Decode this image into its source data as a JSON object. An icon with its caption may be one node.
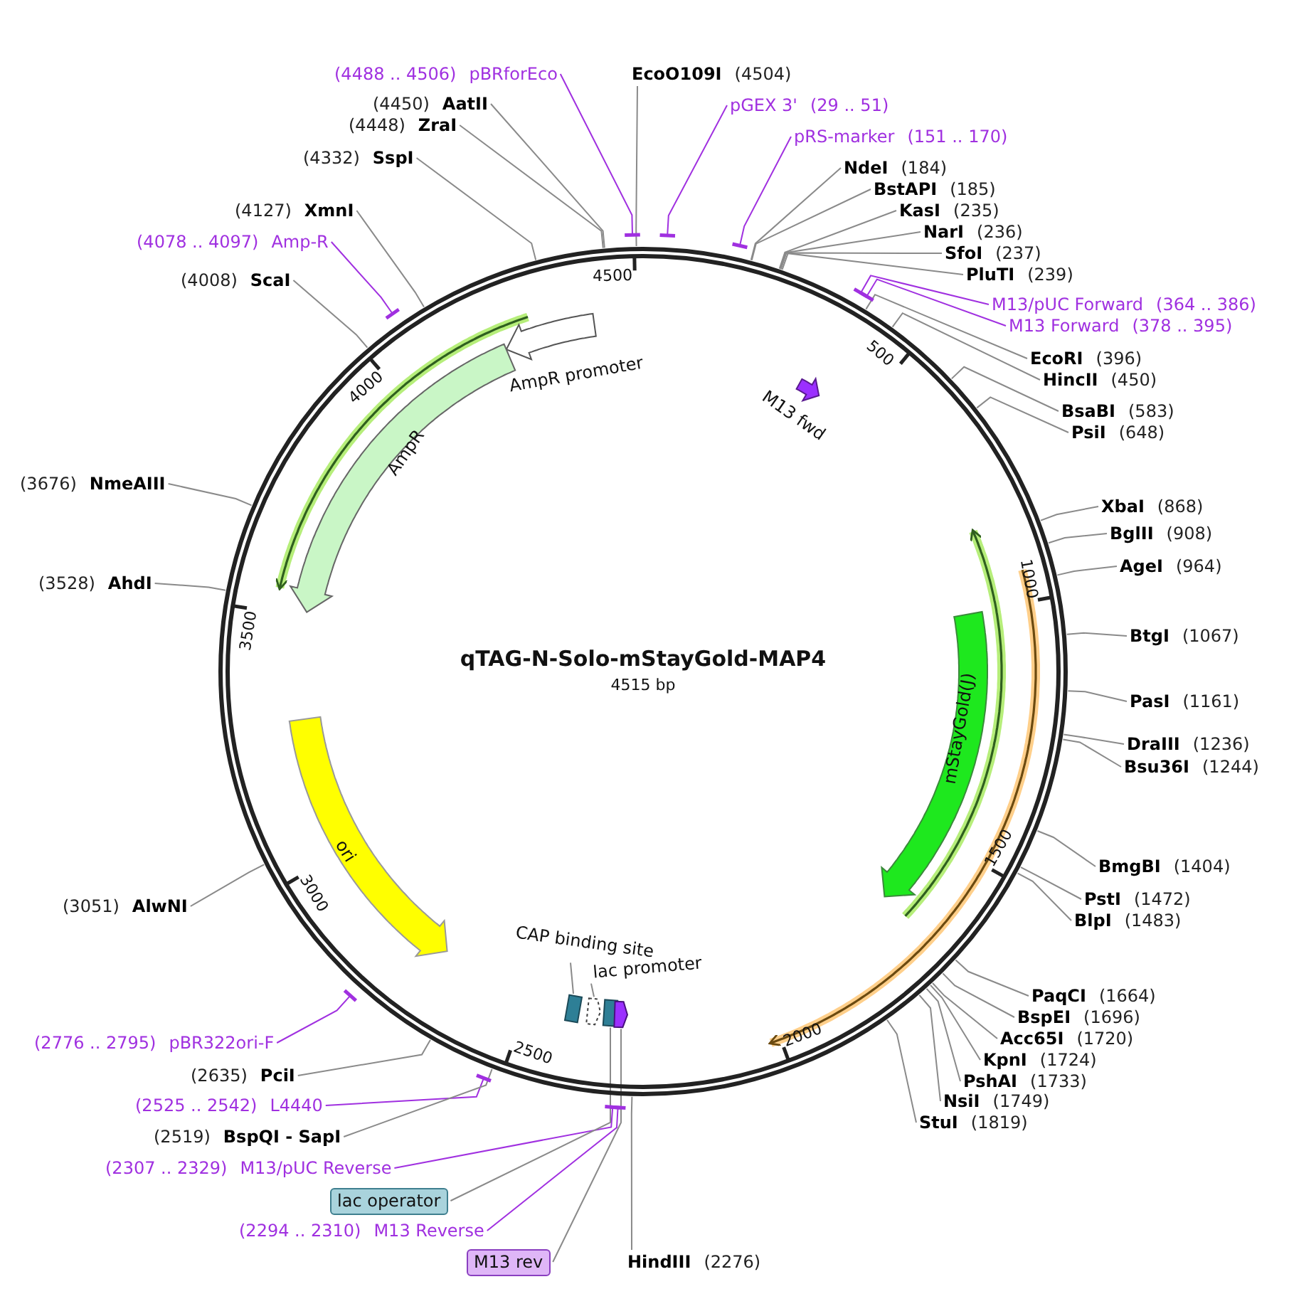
{
  "diagram": {
    "nodes": [
      {
        "text": [
          "qTAG-N-Solo-mStayGold-MAP4",
          "4515 bp"
        ]
      },
      {
        "text": [
          "AmpR promoter"
        ],
        "in": 0
      },
      {
        "text": [
          "AmpR"
        ],
        "in": 0
      },
      {
        "text": [
          "ori"
        ],
        "in": 0
      },
      {
        "text": [
          "mStayGold(J)"
        ],
        "in": 0
      },
      {
        "text": [
          "M13 fwd"
        ],
        "in": 0
      },
      {
        "text": [
          "CAP binding site"
        ],
        "in": 0
      },
      {
        "text": [
          "lac promoter"
        ],
        "in": 0
      },
      {
        "text": [],
        "shape": "box",
        "in": 0
      },
      {
        "text": [],
        "shape": "arrow",
        "in": 0
      },
      {
        "text": [],
        "shape": "box",
        "in": 0
      },
      {
        "text": [],
        "shape": "arrow",
        "in": 0
      },
      {
        "text": [
          "(4488 .. 4506)",
          "pBRforEco"
        ]
      },
      {
        "text": [
          "EcoO109I",
          "(4504)"
        ]
      },
      {
        "text": [
          "(4450)",
          "AatII"
        ]
      },
      {
        "text": [
          "pGEX 3'",
          "(29 .. 51)"
        ]
      },
      {
        "text": [
          "(4448)",
          "ZraI"
        ]
      },
      {
        "text": [
          "pRS-marker",
          "(151 .. 170)"
        ]
      },
      {
        "text": [
          "(4332)",
          "SspI"
        ]
      },
      {
        "text": [
          "NdeI",
          "(184)"
        ]
      },
      {
        "text": [
          "BstAPI",
          "(185)"
        ]
      },
      {
        "text": [
          "(4127)",
          "XmnI"
        ]
      },
      {
        "text": [
          "KasI",
          "(235)"
        ]
      },
      {
        "text": [
          "NarI",
          "(236)"
        ]
      },
      {
        "text": [
          "(4078 .. 4097)",
          "Amp-R"
        ]
      },
      {
        "text": [
          "SfoI",
          "(237)"
        ]
      },
      {
        "text": [
          "PluTI",
          "(239)"
        ]
      },
      {
        "text": [
          "(4008)",
          "ScaI"
        ]
      },
      {
        "text": [
          "M13/pUC Forward",
          "(364 .. 386)"
        ]
      },
      {
        "text": [
          "M13 Forward",
          "(378 .. 395)"
        ]
      },
      {
        "text": [
          "EcoRI",
          "(396)"
        ]
      },
      {
        "text": [
          "HincII",
          "(450)"
        ]
      },
      {
        "text": [
          "BsaBI",
          "(583)"
        ]
      },
      {
        "text": [
          "PsiI",
          "(648)"
        ]
      },
      {
        "text": [
          "(3676)",
          "NmeAIII"
        ]
      },
      {
        "text": [
          "XbaI",
          "(868)"
        ]
      },
      {
        "text": [
          "BglII",
          "(908)"
        ]
      },
      {
        "text": [
          "AgeI",
          "(964)"
        ]
      },
      {
        "text": [
          "(3528)",
          "AhdI"
        ]
      },
      {
        "text": [
          "BtgI",
          "(1067)"
        ]
      },
      {
        "text": [
          "PasI",
          "(1161)"
        ]
      },
      {
        "text": [
          "DraIII",
          "(1236)"
        ]
      },
      {
        "text": [
          "Bsu36I",
          "(1244)"
        ]
      },
      {
        "text": [
          "BmgBI",
          "(1404)"
        ]
      },
      {
        "text": [
          "PstI",
          "(1472)"
        ]
      },
      {
        "text": [
          "(3051)",
          "AlwNI"
        ]
      },
      {
        "text": [
          "BlpI",
          "(1483)"
        ]
      },
      {
        "text": [
          "PaqCI",
          "(1664)"
        ]
      },
      {
        "text": [
          "BspEI",
          "(1696)"
        ]
      },
      {
        "text": [
          "Acc65I",
          "(1720)"
        ]
      },
      {
        "text": [
          "(2776 .. 2795)",
          "pBR322ori-F"
        ]
      },
      {
        "text": [
          "KpnI",
          "(1724)"
        ]
      },
      {
        "text": [
          "(2635)",
          "PciI"
        ]
      },
      {
        "text": [
          "PshAI",
          "(1733)"
        ]
      },
      {
        "text": [
          "NsiI",
          "(1749)"
        ]
      },
      {
        "text": [
          "(2525 .. 2542)",
          "L4440"
        ]
      },
      {
        "text": [
          "StuI",
          "(1819)"
        ]
      },
      {
        "text": [
          "(2519)",
          "BspQI - SapI"
        ]
      },
      {
        "text": [
          "(2307 .. 2329)",
          "M13/pUC Reverse"
        ]
      },
      {
        "text": [
          "lac operator"
        ]
      },
      {
        "text": [
          "(2294 .. 2310)",
          "M13 Reverse"
        ]
      },
      {
        "text": [
          "M13 rev"
        ]
      },
      {
        "text": [
          "HindIII",
          "(2276)"
        ]
      }
    ],
    "edges": [
      {
        "from": 6,
        "to": 8,
        "arrow": "none"
      },
      {
        "from": 7,
        "to": 9,
        "arrow": "none"
      },
      {
        "from": 12,
        "to": 0,
        "arrow": "none",
        "color": "#a030e0"
      },
      {
        "from": 13,
        "to": 0,
        "arrow": "none"
      },
      {
        "from": 14,
        "to": 0,
        "arrow": "none"
      },
      {
        "from": 15,
        "to": 0,
        "arrow": "none",
        "color": "#a030e0"
      },
      {
        "from": 16,
        "to": 0,
        "arrow": "none"
      },
      {
        "from": 17,
        "to": 0,
        "arrow": "none",
        "color": "#a030e0"
      },
      {
        "from": 18,
        "to": 0,
        "arrow": "none"
      },
      {
        "from": 19,
        "to": 0,
        "arrow": "none"
      },
      {
        "from": 20,
        "to": 0,
        "arrow": "none"
      },
      {
        "from": 21,
        "to": 0,
        "arrow": "none"
      },
      {
        "from": 22,
        "to": 0,
        "arrow": "none"
      },
      {
        "from": 23,
        "to": 0,
        "arrow": "none"
      },
      {
        "from": 24,
        "to": 0,
        "arrow": "none",
        "color": "#a030e0"
      },
      {
        "from": 25,
        "to": 0,
        "arrow": "none"
      },
      {
        "from": 26,
        "to": 0,
        "arrow": "none"
      },
      {
        "from": 27,
        "to": 0,
        "arrow": "none"
      },
      {
        "from": 28,
        "to": 0,
        "arrow": "none",
        "color": "#a030e0"
      },
      {
        "from": 29,
        "to": 0,
        "arrow": "none",
        "color": "#a030e0"
      },
      {
        "from": 30,
        "to": 0,
        "arrow": "none"
      },
      {
        "from": 31,
        "to": 0,
        "arrow": "none"
      },
      {
        "from": 32,
        "to": 0,
        "arrow": "none"
      },
      {
        "from": 33,
        "to": 0,
        "arrow": "none"
      },
      {
        "from": 34,
        "to": 0,
        "arrow": "none"
      },
      {
        "from": 35,
        "to": 0,
        "arrow": "none"
      },
      {
        "from": 36,
        "to": 0,
        "arrow": "none"
      },
      {
        "from": 37,
        "to": 0,
        "arrow": "none"
      },
      {
        "from": 38,
        "to": 0,
        "arrow": "none"
      },
      {
        "from": 39,
        "to": 0,
        "arrow": "none"
      },
      {
        "from": 40,
        "to": 0,
        "arrow": "none"
      },
      {
        "from": 41,
        "to": 0,
        "arrow": "none"
      },
      {
        "from": 42,
        "to": 0,
        "arrow": "none"
      },
      {
        "from": 43,
        "to": 0,
        "arrow": "none"
      },
      {
        "from": 44,
        "to": 0,
        "arrow": "none"
      },
      {
        "from": 45,
        "to": 0,
        "arrow": "none"
      },
      {
        "from": 46,
        "to": 0,
        "arrow": "none"
      },
      {
        "from": 47,
        "to": 0,
        "arrow": "none"
      },
      {
        "from": 48,
        "to": 0,
        "arrow": "none"
      },
      {
        "from": 49,
        "to": 0,
        "arrow": "none"
      },
      {
        "from": 50,
        "to": 0,
        "arrow": "none",
        "color": "#a030e0"
      },
      {
        "from": 51,
        "to": 0,
        "arrow": "none"
      },
      {
        "from": 52,
        "to": 0,
        "arrow": "none"
      },
      {
        "from": 53,
        "to": 0,
        "arrow": "none"
      },
      {
        "from": 54,
        "to": 0,
        "arrow": "none"
      },
      {
        "from": 55,
        "to": 0,
        "arrow": "none",
        "color": "#a030e0"
      },
      {
        "from": 56,
        "to": 0,
        "arrow": "none"
      },
      {
        "from": 57,
        "to": 0,
        "arrow": "none"
      },
      {
        "from": 58,
        "to": 0,
        "arrow": "none",
        "color": "#a030e0"
      },
      {
        "from": 59,
        "to": 10,
        "arrow": "none"
      },
      {
        "from": 60,
        "to": 0,
        "arrow": "none",
        "color": "#a030e0"
      },
      {
        "from": 61,
        "to": 11,
        "arrow": "none"
      },
      {
        "from": 62,
        "to": 0,
        "arrow": "none"
      }
    ],
    "labels": [
      "4500",
      "500",
      "4000",
      "1000",
      "3500",
      "1500",
      "3000",
      "2000",
      "2500"
    ]
  }
}
